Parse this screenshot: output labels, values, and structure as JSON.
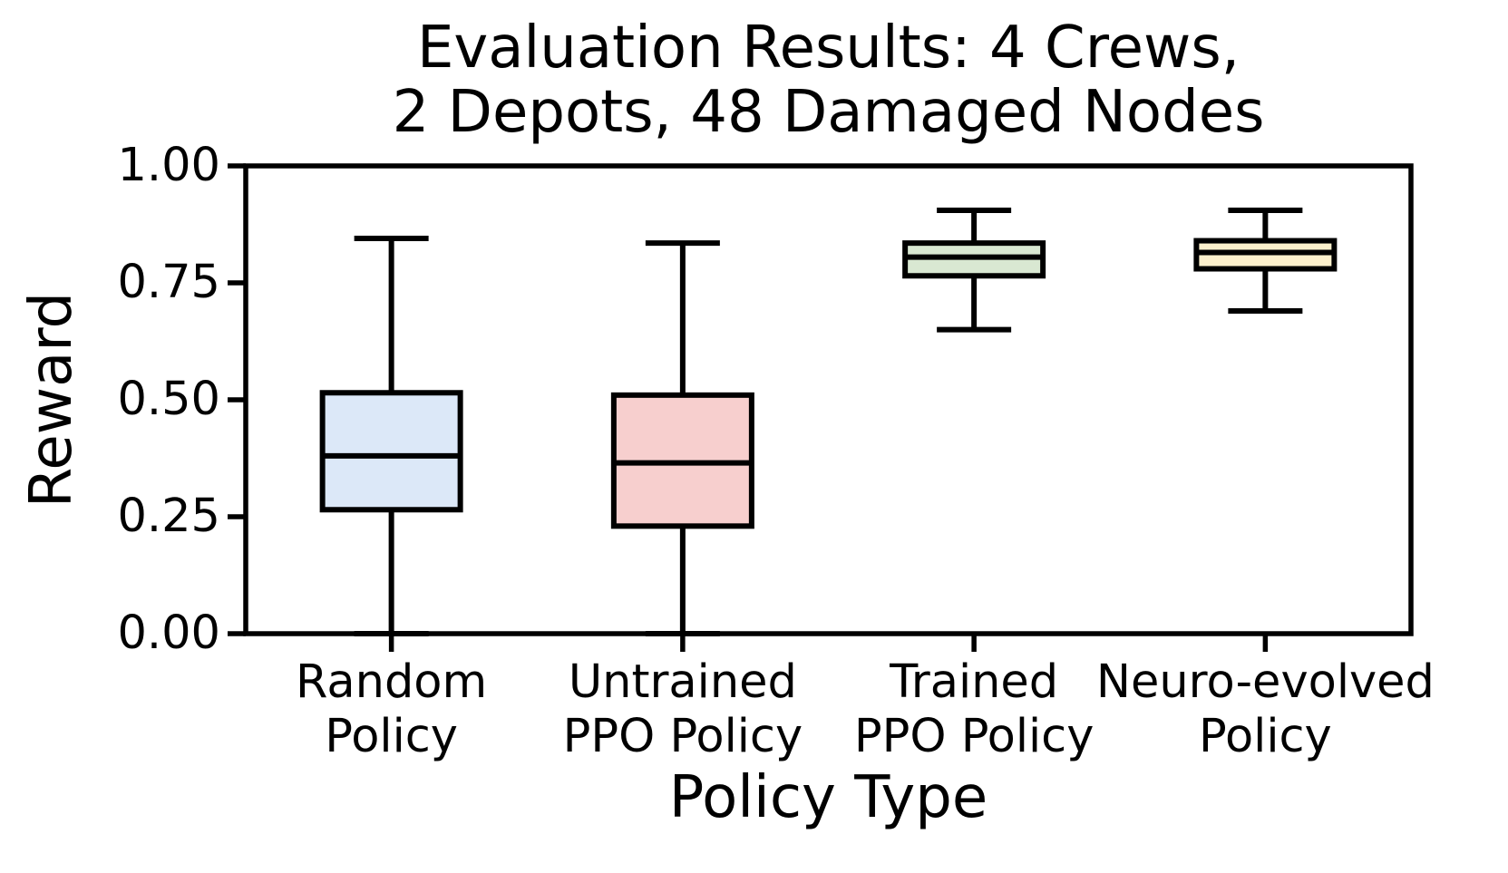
{
  "chart_data": {
    "type": "box",
    "title": "Evaluation Results: 4 Crews,\n2 Depots, 48 Damaged Nodes",
    "xlabel": "Policy Type",
    "ylabel": "Reward",
    "ylim": [
      0.0,
      1.0
    ],
    "y_ticks": [
      0.0,
      0.25,
      0.5,
      0.75,
      1.0
    ],
    "y_tick_labels": [
      "0.00",
      "0.25",
      "0.50",
      "0.75",
      "1.00"
    ],
    "categories": [
      "Random\nPolicy",
      "Untrained\nPPO Policy",
      "Trained\nPPO Policy",
      "Neuro-evolved\nPolicy"
    ],
    "grid": false,
    "legend": "none",
    "series": [
      {
        "label": "Random Policy",
        "fill_color": "#dce8f8",
        "whisker_low": 0.0,
        "q1": 0.265,
        "median": 0.38,
        "q3": 0.515,
        "whisker_high": 0.845
      },
      {
        "label": "Untrained PPO Policy",
        "fill_color": "#f7cfce",
        "whisker_low": 0.0,
        "q1": 0.23,
        "median": 0.365,
        "q3": 0.51,
        "whisker_high": 0.835
      },
      {
        "label": "Trained PPO Policy",
        "fill_color": "#d9e8d2",
        "whisker_low": 0.65,
        "q1": 0.765,
        "median": 0.805,
        "q3": 0.835,
        "whisker_high": 0.905
      },
      {
        "label": "Neuro-evolved Policy",
        "fill_color": "#fcf0cc",
        "whisker_low": 0.69,
        "q1": 0.78,
        "median": 0.815,
        "q3": 0.84,
        "whisker_high": 0.905
      }
    ],
    "colors": {
      "line_color": "#000000",
      "background": "#ffffff"
    }
  }
}
